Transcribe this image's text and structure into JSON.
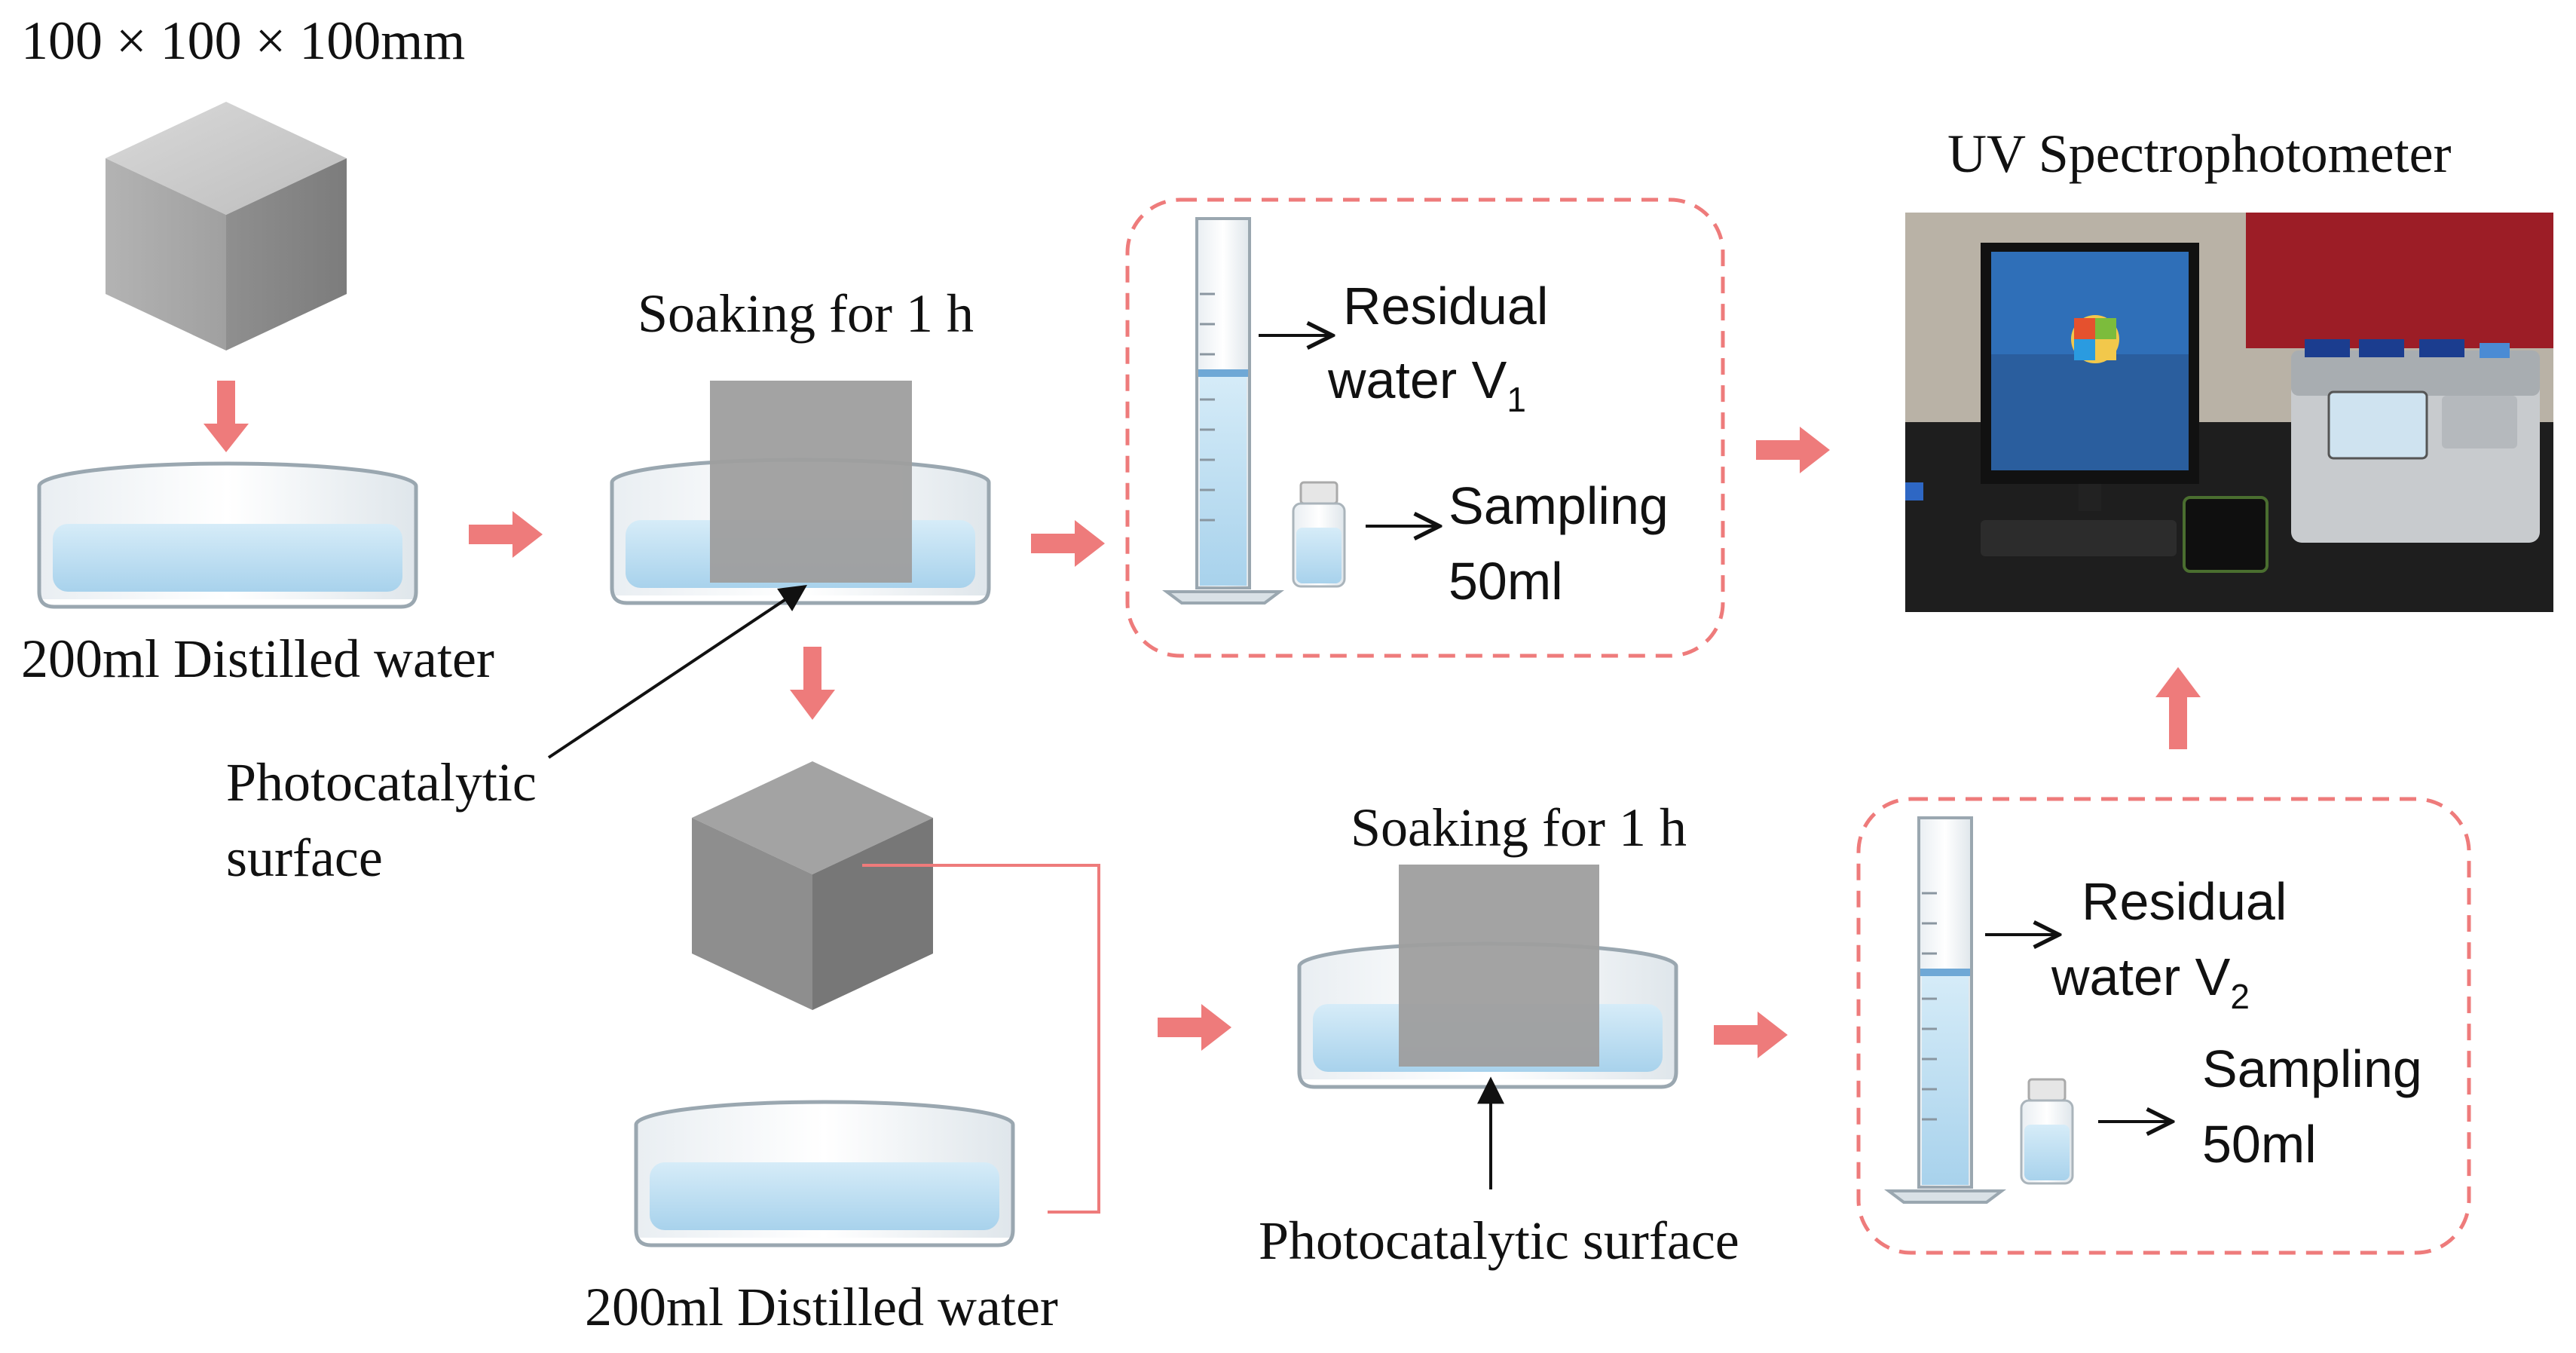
{
  "labels": {
    "dimensions": "100 × 100 × 100mm",
    "distilled_water_top": "200ml Distilled water",
    "distilled_water_bottom": "200ml Distilled water",
    "soaking_top": "Soaking for 1 h",
    "soaking_bottom": "Soaking for 1 h",
    "photocatalytic_surface_left_line1": "Photocatalytic",
    "photocatalytic_surface_left_line2": "surface",
    "photocatalytic_surface_bottom": "Photocatalytic surface",
    "residual_water_top_line1": "Residual",
    "residual_water_top_line2": "water  V",
    "residual_water_top_sub": "1",
    "sampling_top_line1": "Sampling",
    "sampling_top_line2": "50ml",
    "residual_water_bottom_line1": "Residual",
    "residual_water_bottom_line2": "water  V",
    "residual_water_bottom_sub": "2",
    "sampling_bottom_line1": "Sampling",
    "sampling_bottom_line2": "50ml",
    "uv_title": "UV Spectrophotometer"
  },
  "colors": {
    "flow_arrow": "#ee7b7b",
    "dashed_box": "#ee7b7b",
    "water": "#bfe0f2",
    "concrete": "#a9a9a9",
    "concrete_dark": "#8a8a8a"
  },
  "icons": {
    "cube": "concrete-cube-icon",
    "dish": "petri-dish-icon",
    "cylinder": "graduated-cylinder-icon",
    "bottle": "sample-bottle-icon",
    "photo": "uv-spectrophotometer-photo"
  }
}
